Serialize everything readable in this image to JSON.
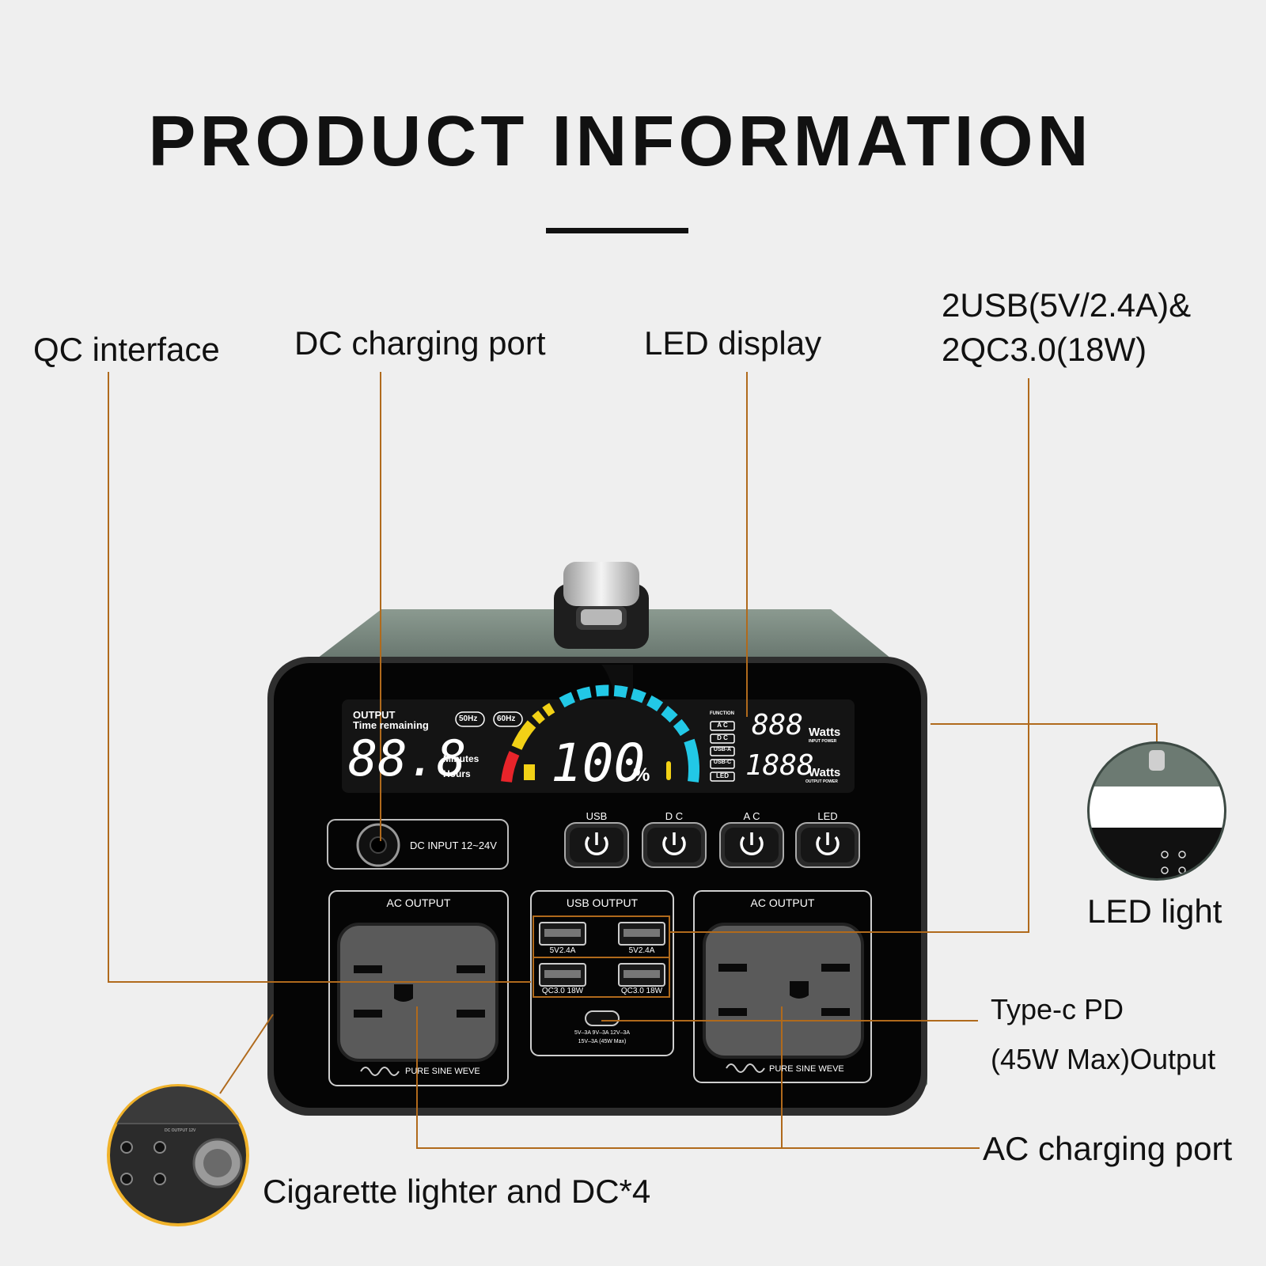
{
  "title": "PRODUCT INFORMATION",
  "callouts": {
    "qc_interface": "QC interface",
    "dc_charging_port": "DC charging port",
    "led_display": "LED display",
    "usb_line1": "2USB(5V/2.4A)&",
    "usb_line2": "2QC3.0(18W)",
    "led_light": "LED light",
    "typec_line1": "Type-c PD",
    "typec_line2": "(45W Max)Output",
    "ac_charging_port": "AC charging port",
    "cigarette": "Cigarette lighter and DC*4"
  },
  "device": {
    "lcd": {
      "output_label": "OUTPUT",
      "time_remaining": "Time remaining",
      "hz50": "50Hz",
      "hz60": "60Hz",
      "digits_time": "88.8",
      "minutes": "Minutes",
      "hours": "Hours",
      "percent_value": "100",
      "percent_sign": "%",
      "function_label": "FUNCTION",
      "functions": [
        "A C",
        "D C",
        "USB-A",
        "USB-C",
        "LED"
      ],
      "input_digits": "888",
      "input_watts": "Watts",
      "input_power": "INPUT POWER",
      "output_digits": "1888",
      "output_watts": "Watts",
      "output_power": "OUTPUT POWER"
    },
    "dc_input_label": "DC INPUT 12~24V",
    "buttons": [
      "USB",
      "D C",
      "A C",
      "LED"
    ],
    "ac_output_left": "AC OUTPUT",
    "ac_output_right": "AC OUTPUT",
    "usb_output": "USB OUTPUT",
    "usb_ports": [
      "5V2.4A",
      "5V2.4A",
      "QC3.0 18W",
      "QC3.0 18W"
    ],
    "typec_spec1": "5V–3A  9V–3A  12V–3A",
    "typec_spec2": "15V–3A  (45W Max)",
    "pure_sine_left": "PURE SINE WEVE",
    "pure_sine_right": "PURE SINE WEVE",
    "dc_output_label": "DC OUTPUT 12V"
  },
  "colors": {
    "callout_line": "#b06a1c",
    "background": "#efefef",
    "gauge_red": "#e8242a",
    "gauge_yellow": "#f2d116",
    "gauge_cyan": "#22c8e6",
    "inset_ring": "#f0b22a"
  }
}
